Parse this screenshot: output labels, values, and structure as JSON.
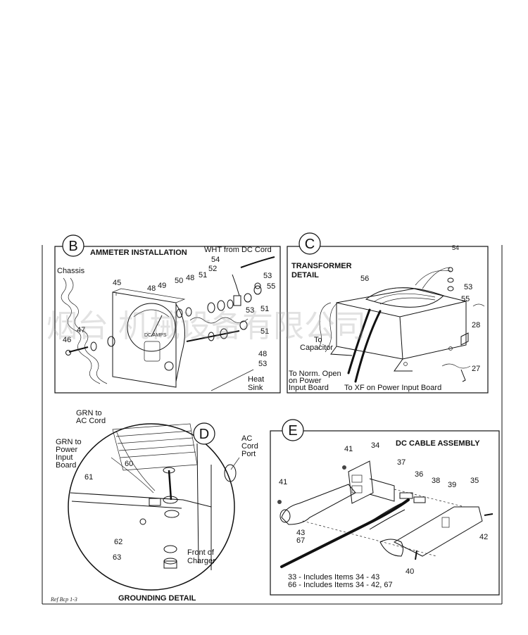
{
  "watermark": "烟台 机械设备有限公司",
  "reference": "Ref Bcp 1-3",
  "panel_b": {
    "badge": "B",
    "title": "AMMETER INSTALLATION",
    "labels": {
      "wht": "WHT from DC Cord",
      "chassis": "Chassis",
      "heat_sink_1": "Heat",
      "heat_sink_2": "Sink",
      "dial": "DC AMPS"
    },
    "parts": [
      "54",
      "52",
      "51",
      "53",
      "55",
      "45",
      "48",
      "49",
      "50",
      "48",
      "51",
      "53",
      "51",
      "47",
      "46",
      "48",
      "53"
    ]
  },
  "panel_c": {
    "badge": "C",
    "title_1": "TRANSFORMER",
    "title_2": "DETAIL",
    "labels": {
      "to": "To",
      "capacitor": "Capacitor",
      "norm_open_1": "To Norm. Open",
      "norm_open_2": "on Power",
      "norm_open_3": "Input Board",
      "to_xf": "To XF on Power Input Board"
    },
    "parts": [
      "54",
      "56",
      "53",
      "55",
      "28",
      "27"
    ]
  },
  "panel_d": {
    "badge": "D",
    "title": "GROUNDING DETAIL",
    "labels": {
      "grn_ac_1": "GRN to",
      "grn_ac_2": "AC Cord",
      "grn_pib_1": "GRN to",
      "grn_pib_2": "Power",
      "grn_pib_3": "Input",
      "grn_pib_4": "Board",
      "ac_port_1": "AC",
      "ac_port_2": "Cord",
      "ac_port_3": "Port",
      "front_1": "Front of",
      "front_2": "Charger"
    },
    "parts": [
      "60",
      "61",
      "62",
      "63"
    ]
  },
  "panel_e": {
    "badge": "E",
    "title": "DC CABLE ASSEMBLY",
    "notes": [
      "33 - Includes Items 34 - 43",
      "66 - Includes Items 34 - 42, 67"
    ],
    "parts": [
      "41",
      "34",
      "41",
      "37",
      "36",
      "38",
      "39",
      "35",
      "43",
      "67",
      "42",
      "40"
    ]
  }
}
